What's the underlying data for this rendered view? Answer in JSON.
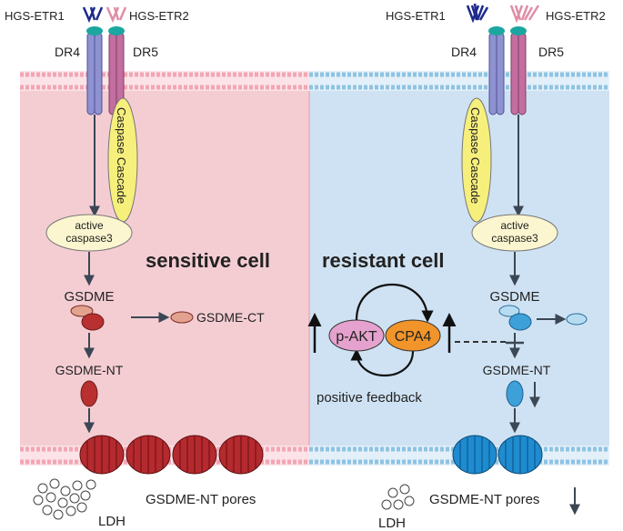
{
  "diagram": {
    "left_panel": {
      "title": "sensitive cell",
      "receptor_ligands": [
        "HGS-ETR1",
        "HGS-ETR2"
      ],
      "receptors": [
        "DR4",
        "DR5"
      ],
      "caspase_cascade": "Caspase Cascade",
      "active_caspase": [
        "active",
        "caspase3"
      ],
      "gsdme": "GSDME",
      "gsdme_ct": "GSDME-CT",
      "gsdme_nt": "GSDME-NT",
      "pores": "GSDME-NT pores",
      "ldh": "LDH",
      "colors": {
        "background": "#f4cdd3",
        "membrane": "#f2a6b4",
        "gsdme": "#c0393b",
        "pore": "#b52a2e"
      }
    },
    "right_panel": {
      "title": "resistant cell",
      "receptor_ligands": [
        "HGS-ETR1",
        "HGS-ETR2"
      ],
      "receptors": [
        "DR4",
        "DR5"
      ],
      "caspase_cascade": "Caspase Cascade",
      "active_caspase": [
        "active",
        "caspase3"
      ],
      "gsdme": "GSDME",
      "gsdme_nt": "GSDME-NT",
      "pores": "GSDME-NT pores",
      "ldh": "LDH",
      "feedback": {
        "node_a": "p-AKT",
        "node_b": "CPA4",
        "label": "positive feedback"
      },
      "colors": {
        "background": "#cfe2f3",
        "membrane": "#8fc3e3",
        "gsdme": "#3ea0d8",
        "pore": "#1f8bd0"
      }
    }
  }
}
